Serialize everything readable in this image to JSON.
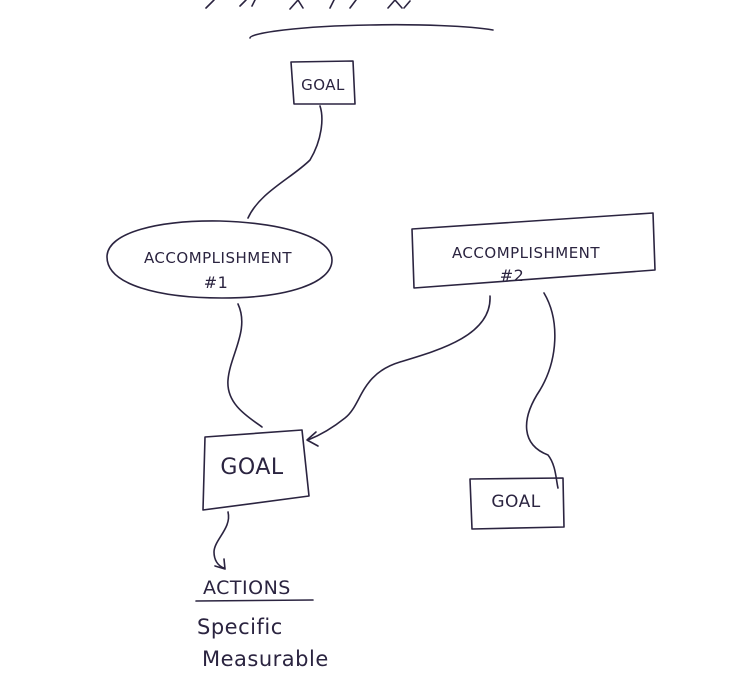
{
  "colors": {
    "ink": "#2b2440",
    "paper": "#ffffff"
  },
  "diagram": {
    "nodes": {
      "goal_top": {
        "label": "GOAL"
      },
      "accomplishment_1": {
        "label_line1": "ACCOMPLISHMENT",
        "label_line2": "#1"
      },
      "accomplishment_2": {
        "label_line1": "ACCOMPLISHMENT",
        "label_line2": "#2"
      },
      "goal_middle": {
        "label": "GOAL"
      },
      "goal_right": {
        "label": "GOAL"
      }
    },
    "actions": {
      "heading": "ACTIONS",
      "items": [
        "Specific",
        "Measurable"
      ]
    }
  }
}
